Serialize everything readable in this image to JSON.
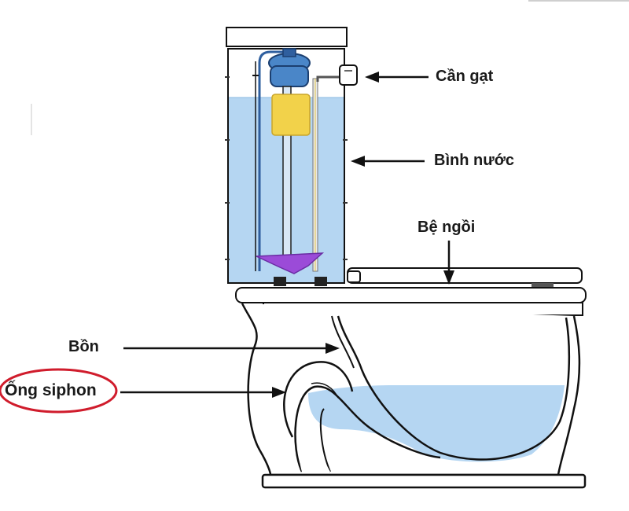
{
  "labels": {
    "lever": "Cần gạt",
    "tank": "Bình nước",
    "seat": "Bệ ngồi",
    "bowl": "Bồn",
    "siphon": "Ống siphon"
  },
  "colors": {
    "water": "#b5d6f2",
    "outline": "#111111",
    "valve": "#4a86c8",
    "float": "#f2d24a",
    "flapper": "#9b4bd8",
    "highlight": "#d01c2c"
  }
}
